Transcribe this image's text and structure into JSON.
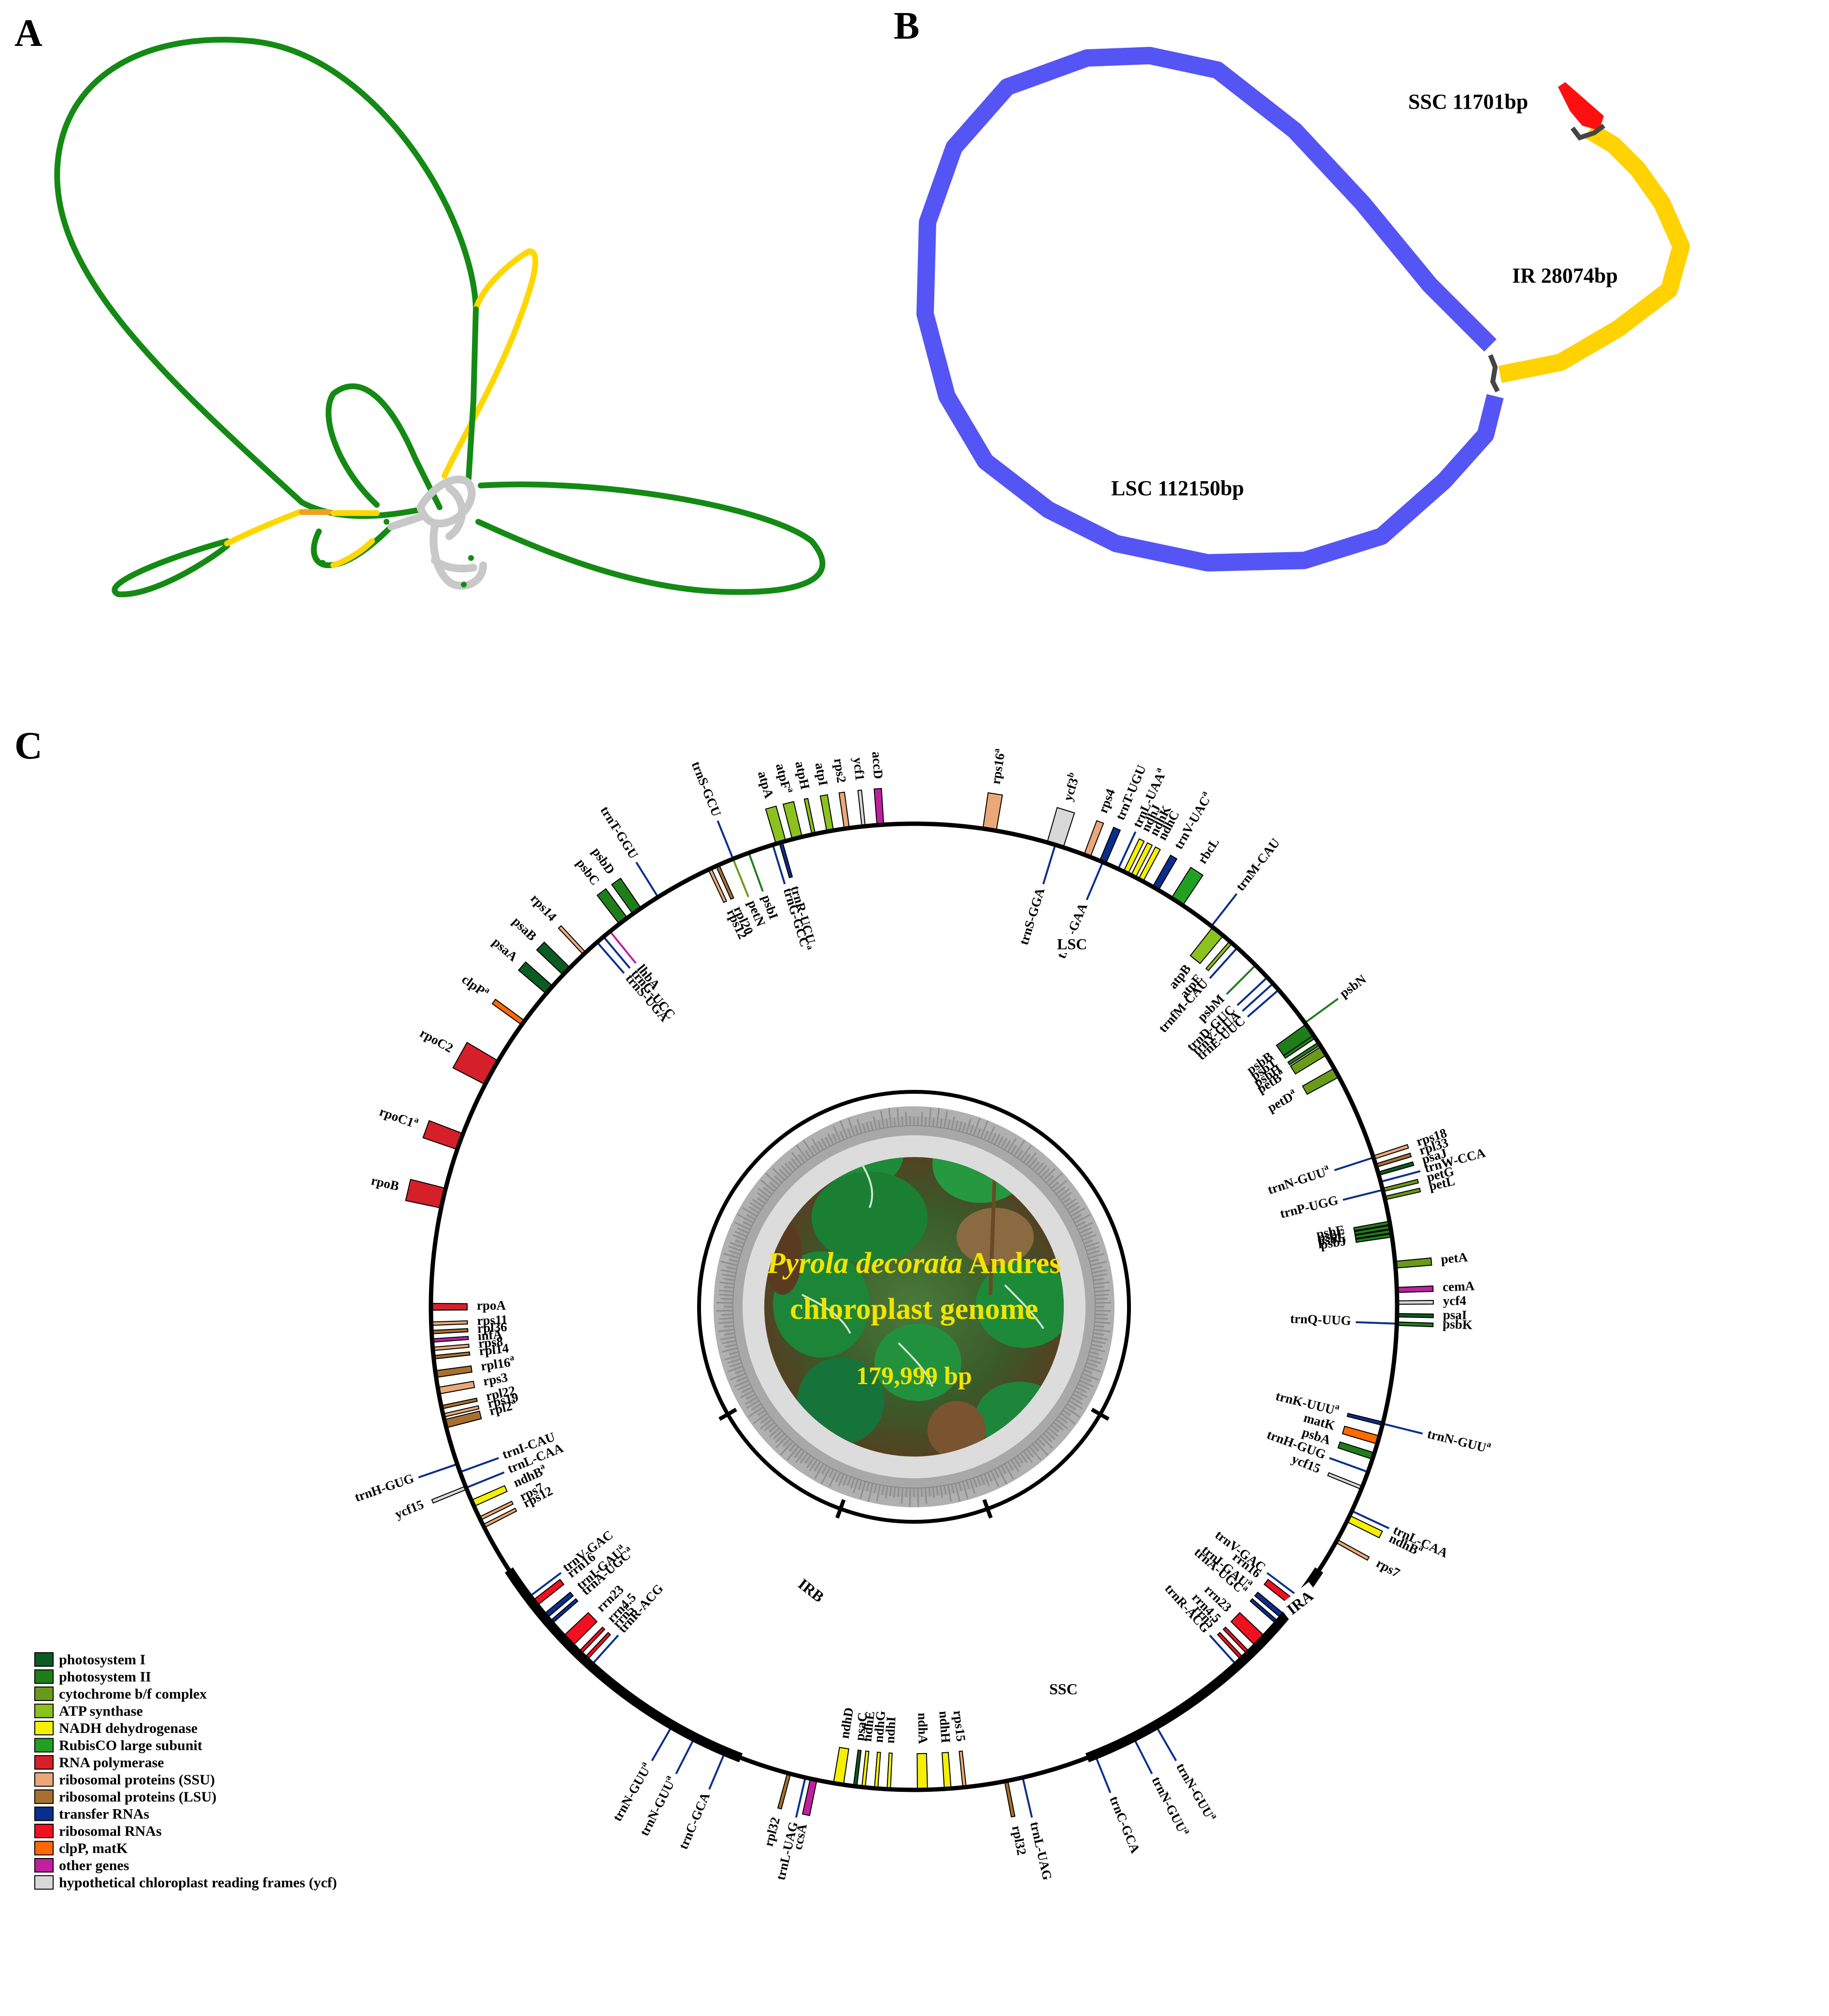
{
  "panels": {
    "a": {
      "letter": "A"
    },
    "b": {
      "letter": "B",
      "segments": {
        "lsc": "LSC 112150bp",
        "ir": "IR 28074bp",
        "ssc": "SSC 11701bp"
      }
    },
    "c": {
      "letter": "C"
    }
  },
  "colors": {
    "green_path": "#148a14",
    "yellow_path": "#ffd700",
    "orange_path": "#f0a020",
    "gray_node": "#c8c8c8",
    "lsc": "#5555f5",
    "ir": "#ffd200",
    "ssc": "#ff1010",
    "connector": "#444444"
  },
  "center": {
    "species": "Pyrola decorata",
    "author": " Andres",
    "subtitle": "chloroplast genome",
    "length": "179,999 bp",
    "photo": "plant-photo"
  },
  "regions": {
    "lsc": "LSC",
    "ira": "IRA",
    "irb": "IRB",
    "ssc": "SSC"
  },
  "legend": [
    {
      "label": "photosystem I",
      "color": "#0a5c23"
    },
    {
      "label": "photosystem II",
      "color": "#1f7d1a"
    },
    {
      "label": "cytochrome b/f complex",
      "color": "#6a9a1a"
    },
    {
      "label": "ATP synthase",
      "color": "#8cc21f"
    },
    {
      "label": "NADH dehydrogenase",
      "color": "#f5f000"
    },
    {
      "label": "RubisCO large subunit",
      "color": "#22a022"
    },
    {
      "label": "RNA polymerase",
      "color": "#d5202a"
    },
    {
      "label": "ribosomal proteins (SSU)",
      "color": "#eaa878"
    },
    {
      "label": "ribosomal proteins (LSU)",
      "color": "#a87030"
    },
    {
      "label": "transfer RNAs",
      "color": "#0a2e8c"
    },
    {
      "label": "ribosomal RNAs",
      "color": "#f01020"
    },
    {
      "label": "clpP, matK",
      "color": "#ff6a00"
    },
    {
      "label": "other genes",
      "color": "#c020a0"
    },
    {
      "label": "hypothetical chloroplast reading frames (ycf)",
      "color": "#d8d8d8"
    }
  ],
  "genes": [
    {
      "name": "rps16",
      "sup": "a",
      "angle": 9,
      "side": "out",
      "cat": 7,
      "size": 0.04
    },
    {
      "name": "ycf3",
      "sup": "b",
      "angle": 17,
      "side": "out",
      "cat": 13,
      "size": 0.05
    },
    {
      "name": "trnS-GGA",
      "sup": "",
      "angle": 17,
      "side": "in",
      "cat": 9,
      "size": 0
    },
    {
      "name": "rps4",
      "sup": "",
      "angle": 21,
      "side": "out",
      "cat": 7,
      "size": 0.02
    },
    {
      "name": "trnT-UGU",
      "sup": "",
      "angle": 23,
      "side": "out",
      "cat": 9,
      "size": 0.02
    },
    {
      "name": "trnF-GAA",
      "sup": "",
      "angle": 23,
      "side": "in",
      "cat": 9,
      "size": 0
    },
    {
      "name": "trnL-UAA",
      "sup": "a",
      "angle": 25,
      "side": "out",
      "cat": 9,
      "size": 0
    },
    {
      "name": "ndhJ",
      "sup": "",
      "angle": 26,
      "side": "out",
      "cat": 4,
      "size": 0.015
    },
    {
      "name": "ndhK",
      "sup": "",
      "angle": 27,
      "side": "out",
      "cat": 4,
      "size": 0.015
    },
    {
      "name": "ndhC",
      "sup": "",
      "angle": 28,
      "side": "out",
      "cat": 4,
      "size": 0.015
    },
    {
      "name": "trnV-UAC",
      "sup": "a",
      "angle": 30,
      "side": "out",
      "cat": 9,
      "size": 0.02
    },
    {
      "name": "rbcL",
      "sup": "",
      "angle": 33,
      "side": "out",
      "cat": 5,
      "size": 0.04
    },
    {
      "name": "trnM-CAU",
      "sup": "",
      "angle": 38,
      "side": "out",
      "cat": 9,
      "size": 0
    },
    {
      "name": "atpB",
      "sup": "",
      "angle": 39,
      "side": "in",
      "cat": 3,
      "size": 0.04
    },
    {
      "name": "atpE",
      "sup": "",
      "angle": 41,
      "side": "in",
      "cat": 3,
      "size": 0.01
    },
    {
      "name": "trnfM-CAU",
      "sup": "",
      "angle": 42,
      "side": "in",
      "cat": 9,
      "size": 0
    },
    {
      "name": "psbM",
      "sup": "",
      "angle": 45,
      "side": "in",
      "cat": 1,
      "size": 0
    },
    {
      "name": "trnD-GUC",
      "sup": "",
      "angle": 47,
      "side": "in",
      "cat": 9,
      "size": 0
    },
    {
      "name": "trnY-GUA",
      "sup": "",
      "angle": 48,
      "side": "in",
      "cat": 9,
      "size": 0
    },
    {
      "name": "trnE-UUC",
      "sup": "",
      "angle": 49,
      "side": "in",
      "cat": 9,
      "size": 0
    },
    {
      "name": "psbN",
      "sup": "",
      "angle": 54,
      "side": "out",
      "cat": 1,
      "size": 0
    },
    {
      "name": "psbB",
      "sup": "",
      "angle": 55,
      "side": "in",
      "cat": 1,
      "size": 0.04
    },
    {
      "name": "psbT",
      "sup": "",
      "angle": 56,
      "side": "in",
      "cat": 1,
      "size": 0.005
    },
    {
      "name": "psbH",
      "sup": "",
      "angle": 57,
      "side": "in",
      "cat": 1,
      "size": 0.005
    },
    {
      "name": "petB",
      "sup": "a",
      "angle": 58,
      "side": "in",
      "cat": 2,
      "size": 0.03
    },
    {
      "name": "petD",
      "sup": "a",
      "angle": 61,
      "side": "in",
      "cat": 2,
      "size": 0.03
    },
    {
      "name": "rps18",
      "sup": "",
      "angle": 72,
      "side": "out",
      "cat": 7,
      "size": 0.01
    },
    {
      "name": "rpl33",
      "sup": "",
      "angle": 73,
      "side": "out",
      "cat": 8,
      "size": 0.005
    },
    {
      "name": "trnN-GUU",
      "sup": "a",
      "angle": 72,
      "side": "in",
      "cat": 9,
      "size": 0
    },
    {
      "name": "psaJ",
      "sup": "",
      "angle": 74,
      "side": "out",
      "cat": 0,
      "size": 0.005
    },
    {
      "name": "trnW-CCA",
      "sup": "",
      "angle": 75,
      "side": "out",
      "cat": 9,
      "size": 0
    },
    {
      "name": "trnP-UGG",
      "sup": "",
      "angle": 76,
      "side": "in",
      "cat": 9,
      "size": 0
    },
    {
      "name": "petG",
      "sup": "",
      "angle": 76,
      "side": "out",
      "cat": 2,
      "size": 0.005
    },
    {
      "name": "petL",
      "sup": "",
      "angle": 77,
      "side": "out",
      "cat": 2,
      "size": 0.005
    },
    {
      "name": "psbE",
      "sup": "",
      "angle": 80,
      "side": "in",
      "cat": 1,
      "size": 0.005
    },
    {
      "name": "psbF",
      "sup": "",
      "angle": 80.5,
      "side": "in",
      "cat": 1,
      "size": 0.005
    },
    {
      "name": "psbL",
      "sup": "",
      "angle": 81,
      "side": "in",
      "cat": 1,
      "size": 0.005
    },
    {
      "name": "psbJ",
      "sup": "",
      "angle": 81.5,
      "side": "in",
      "cat": 1,
      "size": 0.005
    },
    {
      "name": "petA",
      "sup": "",
      "angle": 85,
      "side": "out",
      "cat": 2,
      "size": 0.02
    },
    {
      "name": "cemA",
      "sup": "",
      "angle": 88,
      "side": "out",
      "cat": 12,
      "size": 0.015
    },
    {
      "name": "ycf4",
      "sup": "",
      "angle": 89.5,
      "side": "out",
      "cat": 13,
      "size": 0.01
    },
    {
      "name": "psaI",
      "sup": "",
      "angle": 91,
      "side": "out",
      "cat": 0,
      "size": 0.005
    },
    {
      "name": "psbK",
      "sup": "",
      "angle": 92,
      "side": "out",
      "cat": 1,
      "size": 0.005
    },
    {
      "name": "trnQ-UUG",
      "sup": "",
      "angle": 92,
      "side": "in",
      "cat": 9,
      "size": 0
    },
    {
      "name": "trnK-UUU",
      "sup": "a",
      "angle": 104,
      "side": "in",
      "cat": 9,
      "size": 0.01
    },
    {
      "name": "trnN-GUU",
      "sup": "a",
      "angle": 104,
      "side": "out",
      "cat": 9,
      "size": 0
    },
    {
      "name": "matK",
      "sup": "",
      "angle": 106,
      "side": "in",
      "cat": 11,
      "size": 0.025
    },
    {
      "name": "psbA",
      "sup": "",
      "angle": 108,
      "side": "in",
      "cat": 1,
      "size": 0.02
    },
    {
      "name": "trnH-GUG",
      "sup": "",
      "angle": 110,
      "side": "in",
      "cat": 9,
      "size": 0
    },
    {
      "name": "ycf15",
      "sup": "",
      "angle": 112,
      "side": "in",
      "cat": 13,
      "size": 0.01
    },
    {
      "name": "trnL-CAA",
      "sup": "",
      "angle": 115,
      "side": "out",
      "cat": 9,
      "size": 0
    },
    {
      "name": "ndhB",
      "sup": "a",
      "angle": 116,
      "side": "out",
      "cat": 4,
      "size": 0.02
    },
    {
      "name": "rps7",
      "sup": "",
      "angle": 119,
      "side": "out",
      "cat": 7,
      "size": 0.01
    },
    {
      "name": "trnV-GAC",
      "sup": "",
      "angle": 127,
      "side": "in",
      "cat": 9,
      "size": 0
    },
    {
      "name": "rrn16",
      "sup": "",
      "angle": 128,
      "side": "in",
      "cat": 10,
      "size": 0.02
    },
    {
      "name": "trnI-GAU",
      "sup": "a",
      "angle": 130,
      "side": "in",
      "cat": 9,
      "size": 0.015
    },
    {
      "name": "trnA-UGC",
      "sup": "a",
      "angle": 131,
      "side": "in",
      "cat": 9,
      "size": 0.01
    },
    {
      "name": "rrn23",
      "sup": "",
      "angle": 134,
      "side": "in",
      "cat": 10,
      "size": 0.04
    },
    {
      "name": "rrn4.5",
      "sup": "",
      "angle": 136,
      "side": "in",
      "cat": 10,
      "size": 0.003
    },
    {
      "name": "rrn5",
      "sup": "",
      "angle": 137,
      "side": "in",
      "cat": 10,
      "size": 0.003
    },
    {
      "name": "trnR-ACG",
      "sup": "",
      "angle": 138,
      "side": "in",
      "cat": 9,
      "size": 0
    },
    {
      "name": "trnN-GUU",
      "sup": "a",
      "angle": 150,
      "side": "out",
      "cat": 9,
      "size": 0
    },
    {
      "name": "trnN-GUU",
      "sup": "a",
      "angle": 153,
      "side": "out",
      "cat": 9,
      "size": 0
    },
    {
      "name": "trnC-GCA",
      "sup": "",
      "angle": 158,
      "side": "out",
      "cat": 9,
      "size": 0
    },
    {
      "name": "trnL-UAG",
      "sup": "",
      "angle": 167,
      "side": "out",
      "cat": 9,
      "size": 0
    },
    {
      "name": "rpl32",
      "sup": "",
      "angle": 169,
      "side": "out",
      "cat": 8,
      "size": 0.005
    },
    {
      "name": "rps15",
      "sup": "",
      "angle": 174,
      "side": "in",
      "cat": 7,
      "size": 0.005
    },
    {
      "name": "ndhH",
      "sup": "",
      "angle": 176,
      "side": "in",
      "cat": 4,
      "size": 0.02
    },
    {
      "name": "ndhA",
      "sup": "",
      "angle": 179,
      "side": "in",
      "cat": 4,
      "size": 0.03
    },
    {
      "name": "ndhI",
      "sup": "",
      "angle": 183,
      "side": "in",
      "cat": 4,
      "size": 0.01
    },
    {
      "name": "ndhG",
      "sup": "",
      "angle": 184.5,
      "side": "in",
      "cat": 4,
      "size": 0.01
    },
    {
      "name": "ndhE",
      "sup": "",
      "angle": 186,
      "side": "in",
      "cat": 4,
      "size": 0.005
    },
    {
      "name": "psaC",
      "sup": "",
      "angle": 187,
      "side": "in",
      "cat": 0,
      "size": 0.005
    },
    {
      "name": "ndhD",
      "sup": "",
      "angle": 189,
      "side": "in",
      "cat": 4,
      "size": 0.03
    },
    {
      "name": "ccsA",
      "sup": "",
      "angle": 192,
      "side": "out",
      "cat": 12,
      "size": 0.02
    },
    {
      "name": "trnL-UAG",
      "sup": "",
      "angle": 193,
      "side": "out",
      "cat": 9,
      "size": 0
    },
    {
      "name": "rpl32",
      "sup": "",
      "angle": 195,
      "side": "out",
      "cat": 8,
      "size": 0.005
    },
    {
      "name": "trnC-GCA",
      "sup": "",
      "angle": 203,
      "side": "out",
      "cat": 9,
      "size": 0
    },
    {
      "name": "trnN-GUU",
      "sup": "a",
      "angle": 207,
      "side": "out",
      "cat": 9,
      "size": 0
    },
    {
      "name": "trnN-GUU",
      "sup": "a",
      "angle": 210,
      "side": "out",
      "cat": 9,
      "size": 0
    },
    {
      "name": "trnR-ACG",
      "sup": "",
      "angle": 222,
      "side": "in",
      "cat": 9,
      "size": 0
    },
    {
      "name": "rrn5",
      "sup": "",
      "angle": 223,
      "side": "in",
      "cat": 10,
      "size": 0.003
    },
    {
      "name": "rrn4.5",
      "sup": "",
      "angle": 224,
      "side": "in",
      "cat": 10,
      "size": 0.003
    },
    {
      "name": "rrn23",
      "sup": "",
      "angle": 226,
      "side": "in",
      "cat": 10,
      "size": 0.04
    },
    {
      "name": "trnA-UGC",
      "sup": "a",
      "angle": 229,
      "side": "in",
      "cat": 9,
      "size": 0.01
    },
    {
      "name": "trnI-GAU",
      "sup": "a",
      "angle": 230,
      "side": "in",
      "cat": 9,
      "size": 0.015
    },
    {
      "name": "rrn16",
      "sup": "",
      "angle": 232,
      "side": "in",
      "cat": 10,
      "size": 0.02
    },
    {
      "name": "trnV-GAC",
      "sup": "",
      "angle": 233,
      "side": "in",
      "cat": 9,
      "size": 0
    },
    {
      "name": "rps12",
      "sup": "",
      "angle": 243,
      "side": "in",
      "cat": 7,
      "size": 0.01
    },
    {
      "name": "rps7",
      "sup": "",
      "angle": 244,
      "side": "in",
      "cat": 7,
      "size": 0.01
    },
    {
      "name": "ndhB",
      "sup": "a",
      "angle": 246,
      "side": "in",
      "cat": 4,
      "size": 0.02
    },
    {
      "name": "ycf15",
      "sup": "",
      "angle": 248,
      "side": "out",
      "cat": 13,
      "size": 0.01
    },
    {
      "name": "trnL-CAA",
      "sup": "",
      "angle": 248,
      "side": "in",
      "cat": 9,
      "size": 0
    },
    {
      "name": "trnI-CAU",
      "sup": "",
      "angle": 250,
      "side": "in",
      "cat": 9,
      "size": 0
    },
    {
      "name": "trnH-GUG",
      "sup": "",
      "angle": 251,
      "side": "out",
      "cat": 9,
      "size": 0
    },
    {
      "name": "rpl2",
      "sup": "a",
      "angle": 256,
      "side": "in",
      "cat": 8,
      "size": 0.025
    },
    {
      "name": "rps19",
      "sup": "",
      "angle": 257,
      "side": "in",
      "cat": 7,
      "size": 0.005
    },
    {
      "name": "rpl22",
      "sup": "",
      "angle": 258,
      "side": "in",
      "cat": 8,
      "size": 0.01
    },
    {
      "name": "rps3",
      "sup": "",
      "angle": 260,
      "side": "in",
      "cat": 7,
      "size": 0.02
    },
    {
      "name": "rpl16",
      "sup": "a",
      "angle": 262,
      "side": "in",
      "cat": 8,
      "size": 0.02
    },
    {
      "name": "rpl14",
      "sup": "",
      "angle": 264,
      "side": "in",
      "cat": 8,
      "size": 0.01
    },
    {
      "name": "rps8",
      "sup": "",
      "angle": 265,
      "side": "in",
      "cat": 7,
      "size": 0.01
    },
    {
      "name": "infA",
      "sup": "",
      "angle": 266,
      "side": "in",
      "cat": 12,
      "size": 0.005
    },
    {
      "name": "rpl36",
      "sup": "",
      "angle": 267,
      "side": "in",
      "cat": 8,
      "size": 0.005
    },
    {
      "name": "rps11",
      "sup": "",
      "angle": 268,
      "side": "in",
      "cat": 7,
      "size": 0.01
    },
    {
      "name": "rpoA",
      "sup": "",
      "angle": 270,
      "side": "in",
      "cat": 6,
      "size": 0.02
    },
    {
      "name": "rpoB",
      "sup": "",
      "angle": 283,
      "side": "out",
      "cat": 6,
      "size": 0.06
    },
    {
      "name": "rpoC1",
      "sup": "a",
      "angle": 290,
      "side": "out",
      "cat": 6,
      "size": 0.05
    },
    {
      "name": "rpoC2",
      "sup": "",
      "angle": 299,
      "side": "out",
      "cat": 6,
      "size": 0.08
    },
    {
      "name": "clpP",
      "sup": "a",
      "angle": 306,
      "side": "out",
      "cat": 11,
      "size": 0.015
    },
    {
      "name": "psaA",
      "sup": "",
      "angle": 311,
      "side": "out",
      "cat": 0,
      "size": 0.03
    },
    {
      "name": "psaB",
      "sup": "",
      "angle": 314,
      "side": "out",
      "cat": 0,
      "size": 0.03
    },
    {
      "name": "rps14",
      "sup": "",
      "angle": 317,
      "side": "out",
      "cat": 7,
      "size": 0.01
    },
    {
      "name": "trnS-UGA",
      "sup": "",
      "angle": 319,
      "side": "in",
      "cat": 9,
      "size": 0
    },
    {
      "name": "trnG-UCC",
      "sup": "",
      "angle": 320,
      "side": "in",
      "cat": 9,
      "size": 0
    },
    {
      "name": "lhbA",
      "sup": "",
      "angle": 321,
      "side": "in",
      "cat": 12,
      "size": 0
    },
    {
      "name": "psbC",
      "sup": "",
      "angle": 323,
      "side": "out",
      "cat": 1,
      "size": 0.03
    },
    {
      "name": "psbD",
      "sup": "",
      "angle": 325,
      "side": "out",
      "cat": 1,
      "size": 0.03
    },
    {
      "name": "trnT-GGU",
      "sup": "",
      "angle": 328,
      "side": "out",
      "cat": 9,
      "size": 0
    },
    {
      "name": "rps12",
      "sup": "",
      "angle": 335,
      "side": "in",
      "cat": 7,
      "size": 0.005
    },
    {
      "name": "rpl20",
      "sup": "",
      "angle": 336,
      "side": "in",
      "cat": 8,
      "size": 0.005
    },
    {
      "name": "petN",
      "sup": "",
      "angle": 338,
      "side": "in",
      "cat": 2,
      "size": 0
    },
    {
      "name": "trnS-GCU",
      "sup": "",
      "angle": 338,
      "side": "out",
      "cat": 9,
      "size": 0
    },
    {
      "name": "psbI",
      "sup": "",
      "angle": 340,
      "side": "in",
      "cat": 1,
      "size": 0
    },
    {
      "name": "trnG-GCC",
      "sup": "a",
      "angle": 343,
      "side": "in",
      "cat": 9,
      "size": 0
    },
    {
      "name": "trnR-UCU",
      "sup": "",
      "angle": 344,
      "side": "in",
      "cat": 9,
      "size": 0.01
    },
    {
      "name": "atpA",
      "sup": "",
      "angle": 344,
      "side": "out",
      "cat": 3,
      "size": 0.03
    },
    {
      "name": "atpF",
      "sup": "a",
      "angle": 346,
      "side": "out",
      "cat": 3,
      "size": 0.03
    },
    {
      "name": "atpH",
      "sup": "",
      "angle": 348,
      "side": "out",
      "cat": 3,
      "size": 0.005
    },
    {
      "name": "atpI",
      "sup": "",
      "angle": 350,
      "side": "out",
      "cat": 3,
      "size": 0.02
    },
    {
      "name": "rps2",
      "sup": "",
      "angle": 352,
      "side": "out",
      "cat": 7,
      "size": 0.015
    },
    {
      "name": "ycf1",
      "sup": "",
      "angle": 354,
      "side": "out",
      "cat": 13,
      "size": 0.01
    },
    {
      "name": "accD",
      "sup": "",
      "angle": 356,
      "side": "out",
      "cat": 12,
      "size": 0.02
    }
  ]
}
